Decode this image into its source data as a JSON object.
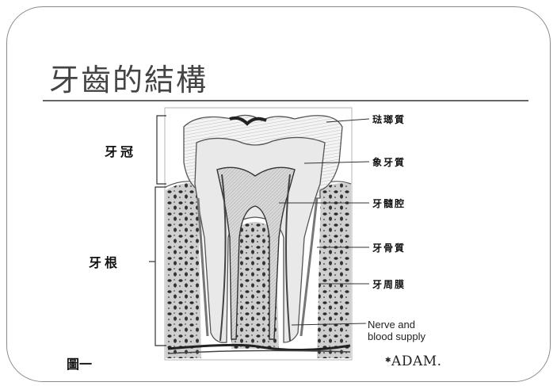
{
  "title": "牙齒的結構",
  "labels_left": {
    "crown": "牙冠",
    "root": "牙根"
  },
  "labels_right": {
    "enamel": "琺瑯質",
    "dentin": "象牙質",
    "pulp": "牙髓腔",
    "cementum": "牙骨質",
    "periodontal": "牙周膜",
    "nerve_line1": "Nerve and",
    "nerve_line2": "blood supply"
  },
  "figure_label": "圖一",
  "credit": "ADAM."
}
